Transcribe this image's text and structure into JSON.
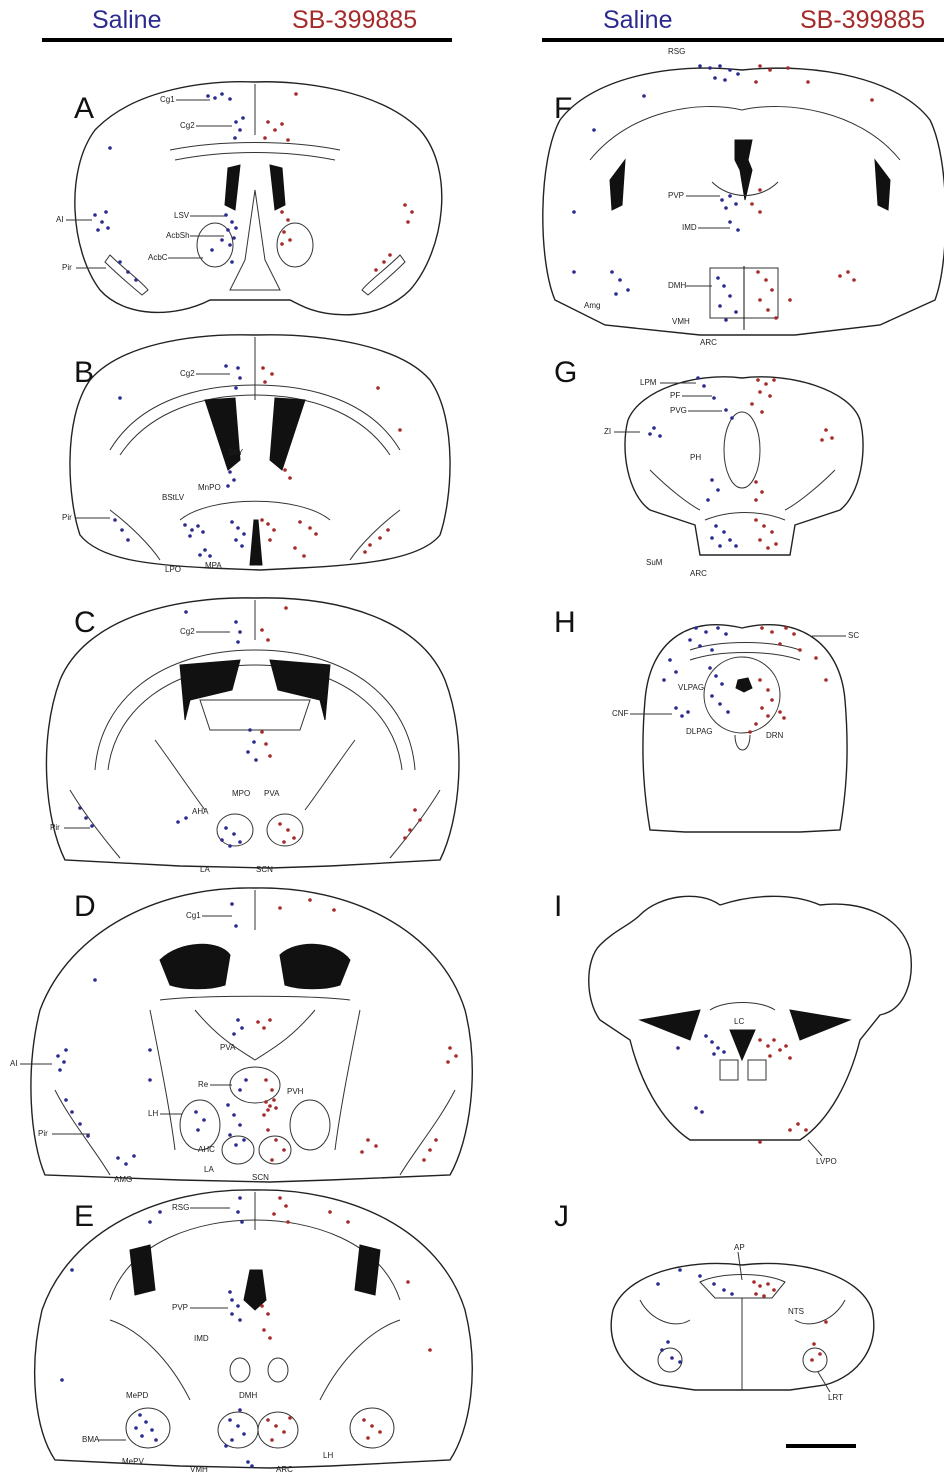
{
  "header": {
    "left": {
      "saline": "Saline",
      "drug": "SB-399885"
    },
    "right": {
      "saline": "Saline",
      "drug": "SB-399885"
    }
  },
  "colors": {
    "saline": "#2b2b8f",
    "drug": "#a52a2a",
    "ink": "#111111"
  },
  "panels": [
    {
      "letter": "A",
      "labels": [
        "Cg1",
        "Cg2",
        "AI",
        "LSV",
        "AcbSh",
        "AcbC",
        "Pir"
      ]
    },
    {
      "letter": "B",
      "labels": [
        "Cg2",
        "ShY",
        "BStLV",
        "MnPO",
        "Pir",
        "LPO",
        "MPA"
      ]
    },
    {
      "letter": "C",
      "labels": [
        "Cg2",
        "MPO",
        "PVA",
        "AHA",
        "Pir",
        "LA",
        "SCN"
      ]
    },
    {
      "letter": "D",
      "labels": [
        "Cg1",
        "AI",
        "PVA",
        "Re",
        "PVH",
        "LH",
        "Pir",
        "AHC",
        "LA",
        "AMG",
        "SCN"
      ]
    },
    {
      "letter": "E",
      "labels": [
        "RSG",
        "PVP",
        "IMD",
        "MePD",
        "DMH",
        "BMA",
        "MePV",
        "VMH",
        "ARC",
        "LH"
      ]
    },
    {
      "letter": "F",
      "labels": [
        "RSG",
        "PVP",
        "IMD",
        "DMH",
        "Amg",
        "VMH",
        "ARC"
      ]
    },
    {
      "letter": "G",
      "labels": [
        "LPM",
        "PF",
        "PVG",
        "ZI",
        "PH",
        "SuM",
        "ARC"
      ]
    },
    {
      "letter": "H",
      "labels": [
        "SC",
        "VLPAG",
        "CNF",
        "DLPAG",
        "DRN"
      ]
    },
    {
      "letter": "I",
      "labels": [
        "LC",
        "LVPO"
      ]
    },
    {
      "letter": "J",
      "labels": [
        "AP",
        "NTS",
        "LRT"
      ]
    }
  ]
}
